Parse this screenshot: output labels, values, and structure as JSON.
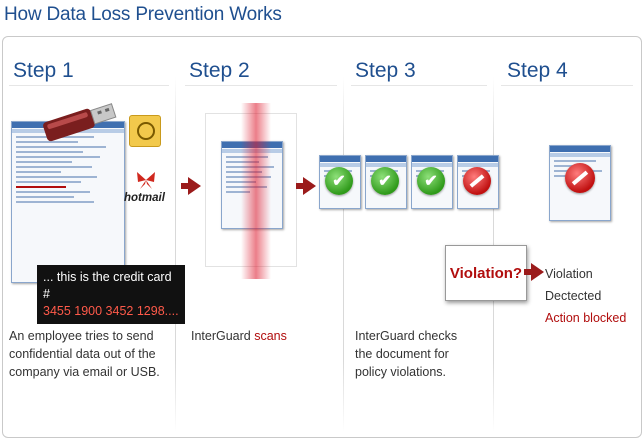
{
  "title": "How Data Loss Prevention Works",
  "steps": [
    {
      "label": "Step 1"
    },
    {
      "label": "Step 2"
    },
    {
      "label": "Step 3"
    },
    {
      "label": "Step 4"
    }
  ],
  "step1": {
    "callout_line1": "... this is the credit card #",
    "callout_line2": "3455 1900 3452 1298....",
    "hotmail_label": "hotmail",
    "desc_line1": "An employee tries to send",
    "desc_line2": "confidential data out of the",
    "desc_line3": "company via email or USB."
  },
  "step2": {
    "desc_prefix": "InterGuard ",
    "desc_highlight": "scans"
  },
  "step3": {
    "desc_line1": "InterGuard checks",
    "desc_line2": "the document for",
    "desc_line3": "policy violations.",
    "violation_label": "Violation?"
  },
  "step4": {
    "status_line1": "Violation",
    "status_line2": "Dectected",
    "status_line3": "Action blocked"
  },
  "colors": {
    "title_blue": "#1f4f8f",
    "arrow_red": "#9b1b1b",
    "alert_red": "#b10d0d",
    "check_green": "#2f9a1a"
  },
  "icons": [
    "usb-drive-icon",
    "outlook-icon",
    "hotmail-icon",
    "checkmark-icon",
    "blocked-icon",
    "arrow-right-icon"
  ]
}
